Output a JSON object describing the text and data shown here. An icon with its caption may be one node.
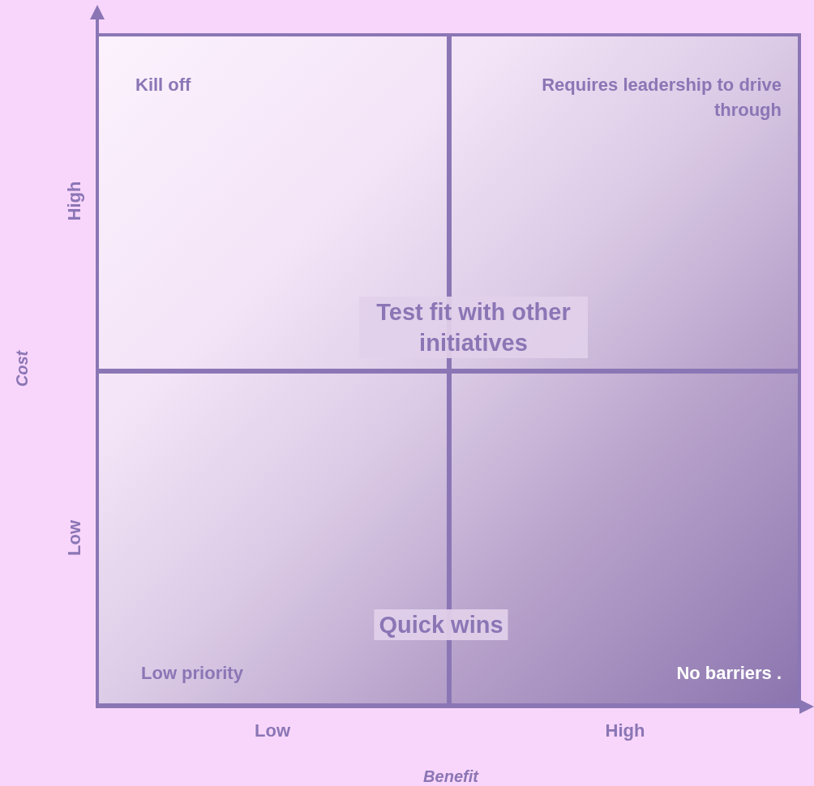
{
  "diagram": {
    "nodes": [
      {
        "text": [
          "Kill off"
        ]
      },
      {
        "text": [
          "Requires leadership to drive through"
        ]
      },
      {
        "text": [
          "Low priority"
        ]
      },
      {
        "text": [
          "No barriers ."
        ]
      }
    ],
    "edges": [],
    "labels": [
      "High",
      "Test fit with other initiatives",
      "Cost",
      "Low",
      "Quick wins",
      "Low",
      "High",
      "Benefit"
    ]
  }
}
